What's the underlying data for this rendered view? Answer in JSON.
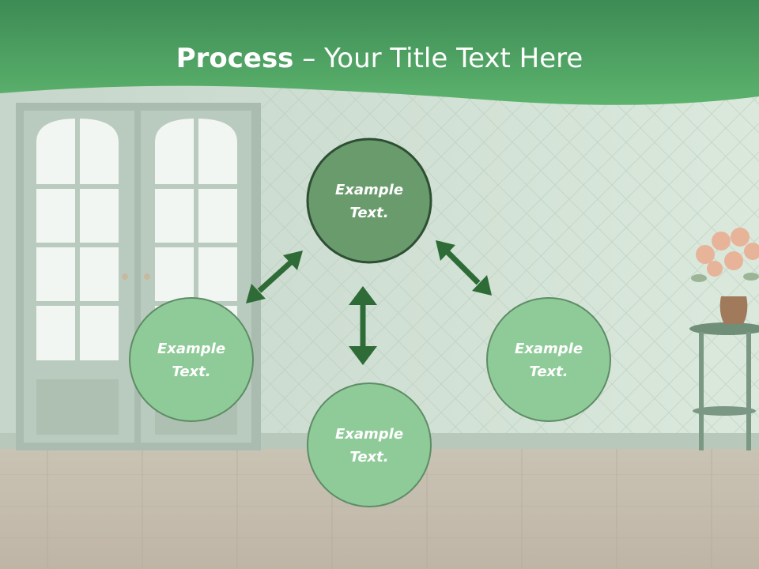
{
  "title": {
    "bold": "Process",
    "rest": " – Your Title Text Here"
  },
  "nodes": {
    "top": "Example Text.",
    "left": "Example Text.",
    "right": "Example Text.",
    "bottom": "Example Text."
  },
  "colors": {
    "banner": "#3f9a5a",
    "node_main": "#6a9b6d",
    "node": "#8fcb98",
    "arrow": "#2e6b37"
  }
}
